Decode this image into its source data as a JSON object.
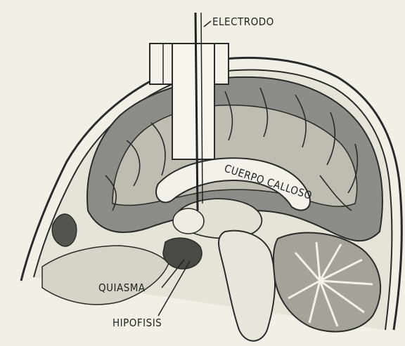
{
  "labels": {
    "electrode": "ELECTRODO",
    "corpus_callosum": "CUERPO CALLOSO",
    "chiasm": "QUIASMA",
    "pituitary": "HIPOFISIS"
  },
  "colors": {
    "background": "#f1efe6",
    "ink": "#2a2a2a",
    "cortex": "#8d8d87",
    "white_matter": "#d9d7ce",
    "skull": "#e6e3d8"
  }
}
